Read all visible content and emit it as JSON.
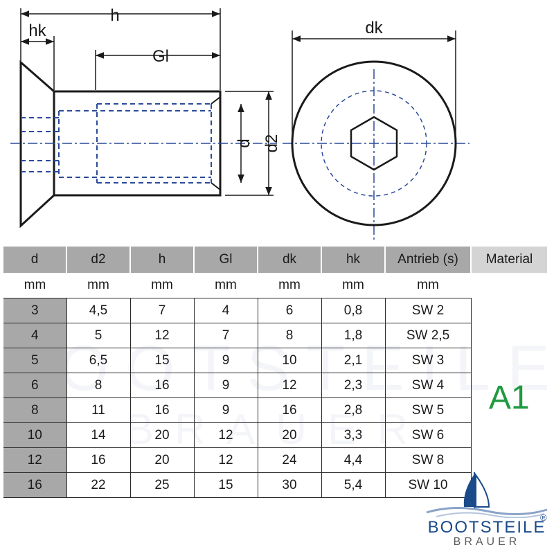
{
  "dimension_labels": {
    "h": "h",
    "hk": "hk",
    "gl": "Gl",
    "d": "d",
    "d2": "d2",
    "dk": "dk"
  },
  "table": {
    "headers": [
      "d",
      "d2",
      "h",
      "Gl",
      "dk",
      "hk",
      "Antrieb (s)",
      "Material"
    ],
    "units": [
      "mm",
      "mm",
      "mm",
      "mm",
      "mm",
      "mm",
      "mm",
      ""
    ],
    "rows": [
      [
        "3",
        "4,5",
        "7",
        "4",
        "6",
        "0,8",
        "SW 2"
      ],
      [
        "4",
        "5",
        "12",
        "7",
        "8",
        "1,8",
        "SW 2,5"
      ],
      [
        "5",
        "6,5",
        "15",
        "9",
        "10",
        "2,1",
        "SW 3"
      ],
      [
        "6",
        "8",
        "16",
        "9",
        "12",
        "2,3",
        "SW 4"
      ],
      [
        "8",
        "11",
        "16",
        "9",
        "16",
        "2,8",
        "SW 5"
      ],
      [
        "10",
        "14",
        "20",
        "12",
        "20",
        "3,3",
        "SW 6"
      ],
      [
        "12",
        "16",
        "20",
        "12",
        "24",
        "4,4",
        "SW 8"
      ],
      [
        "16",
        "22",
        "25",
        "15",
        "30",
        "5,4",
        "SW 10"
      ]
    ],
    "material": "A1"
  },
  "watermark": {
    "line1": "BOOTSTEILE",
    "line2": "BRAUER"
  },
  "logo": {
    "name": "BOOTSTEILE",
    "sub": "BRAUER",
    "registered": "®"
  },
  "colors": {
    "line": "#1a1a1a",
    "hidden_line": "#2a4a9a",
    "header_gray": "#a8a8a8",
    "material_green": "#1f9a3f",
    "brand_blue": "#1b4a8a"
  }
}
